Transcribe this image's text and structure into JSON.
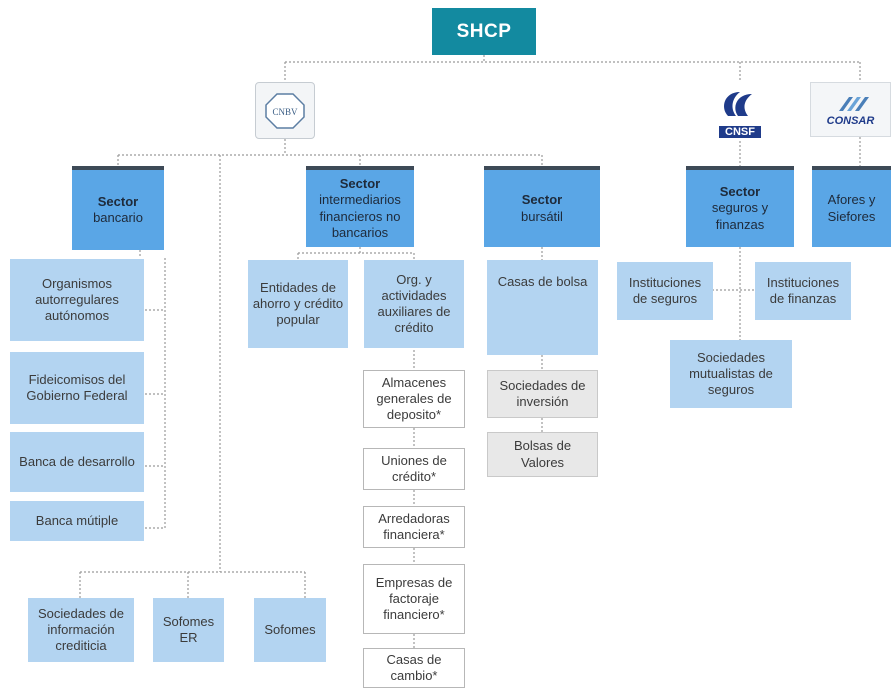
{
  "root": {
    "label": "SHCP"
  },
  "logos": {
    "cnbv": "CNBV",
    "cnsf": "CNSF",
    "consar": "CONSAR"
  },
  "sectors": {
    "bancario": {
      "title": "Sector",
      "name": "bancario"
    },
    "intermediarios": {
      "title": "Sector",
      "name": "intermediarios financieros no bancarios"
    },
    "bursatil": {
      "title": "Sector",
      "name": "bursátil"
    },
    "seguros": {
      "title": "Sector",
      "name": "seguros y finanzas"
    },
    "afores": {
      "name": "Afores y Siefores"
    }
  },
  "bancario_items": [
    "Organismos autorregulares autónomos",
    "Fideicomisos del Gobierno Federal",
    "Banca de desarrollo",
    "Banca mútiple"
  ],
  "cnbv_bottom": [
    "Sociedades de información crediticia",
    "Sofomes ER",
    "Sofomes"
  ],
  "intermediarios_items": {
    "entidades": "Entidades de ahorro y crédito popular",
    "org": "Org. y actividades auxiliares de crédito",
    "auxiliares": [
      "Almacenes generales de deposito*",
      "Uniones de crédito*",
      "Arredadoras financiera*",
      "Empresas de factoraje financiero*",
      "Casas de cambio*"
    ]
  },
  "bursatil_items": {
    "casas": "Casas de bolsa",
    "sociedades": "Sociedades de inversión",
    "bolsas": "Bolsas de Valores"
  },
  "seguros_items": {
    "instituciones_seguros": "Instituciones de seguros",
    "instituciones_finanzas": "Instituciones de finanzas",
    "mutualistas": "Sociedades mutualistas de seguros"
  },
  "colors": {
    "sector_blue": "#5aa6e6",
    "light_blue": "#b3d4f1",
    "teal": "#138aa0",
    "connector": "#9a9a9a"
  }
}
